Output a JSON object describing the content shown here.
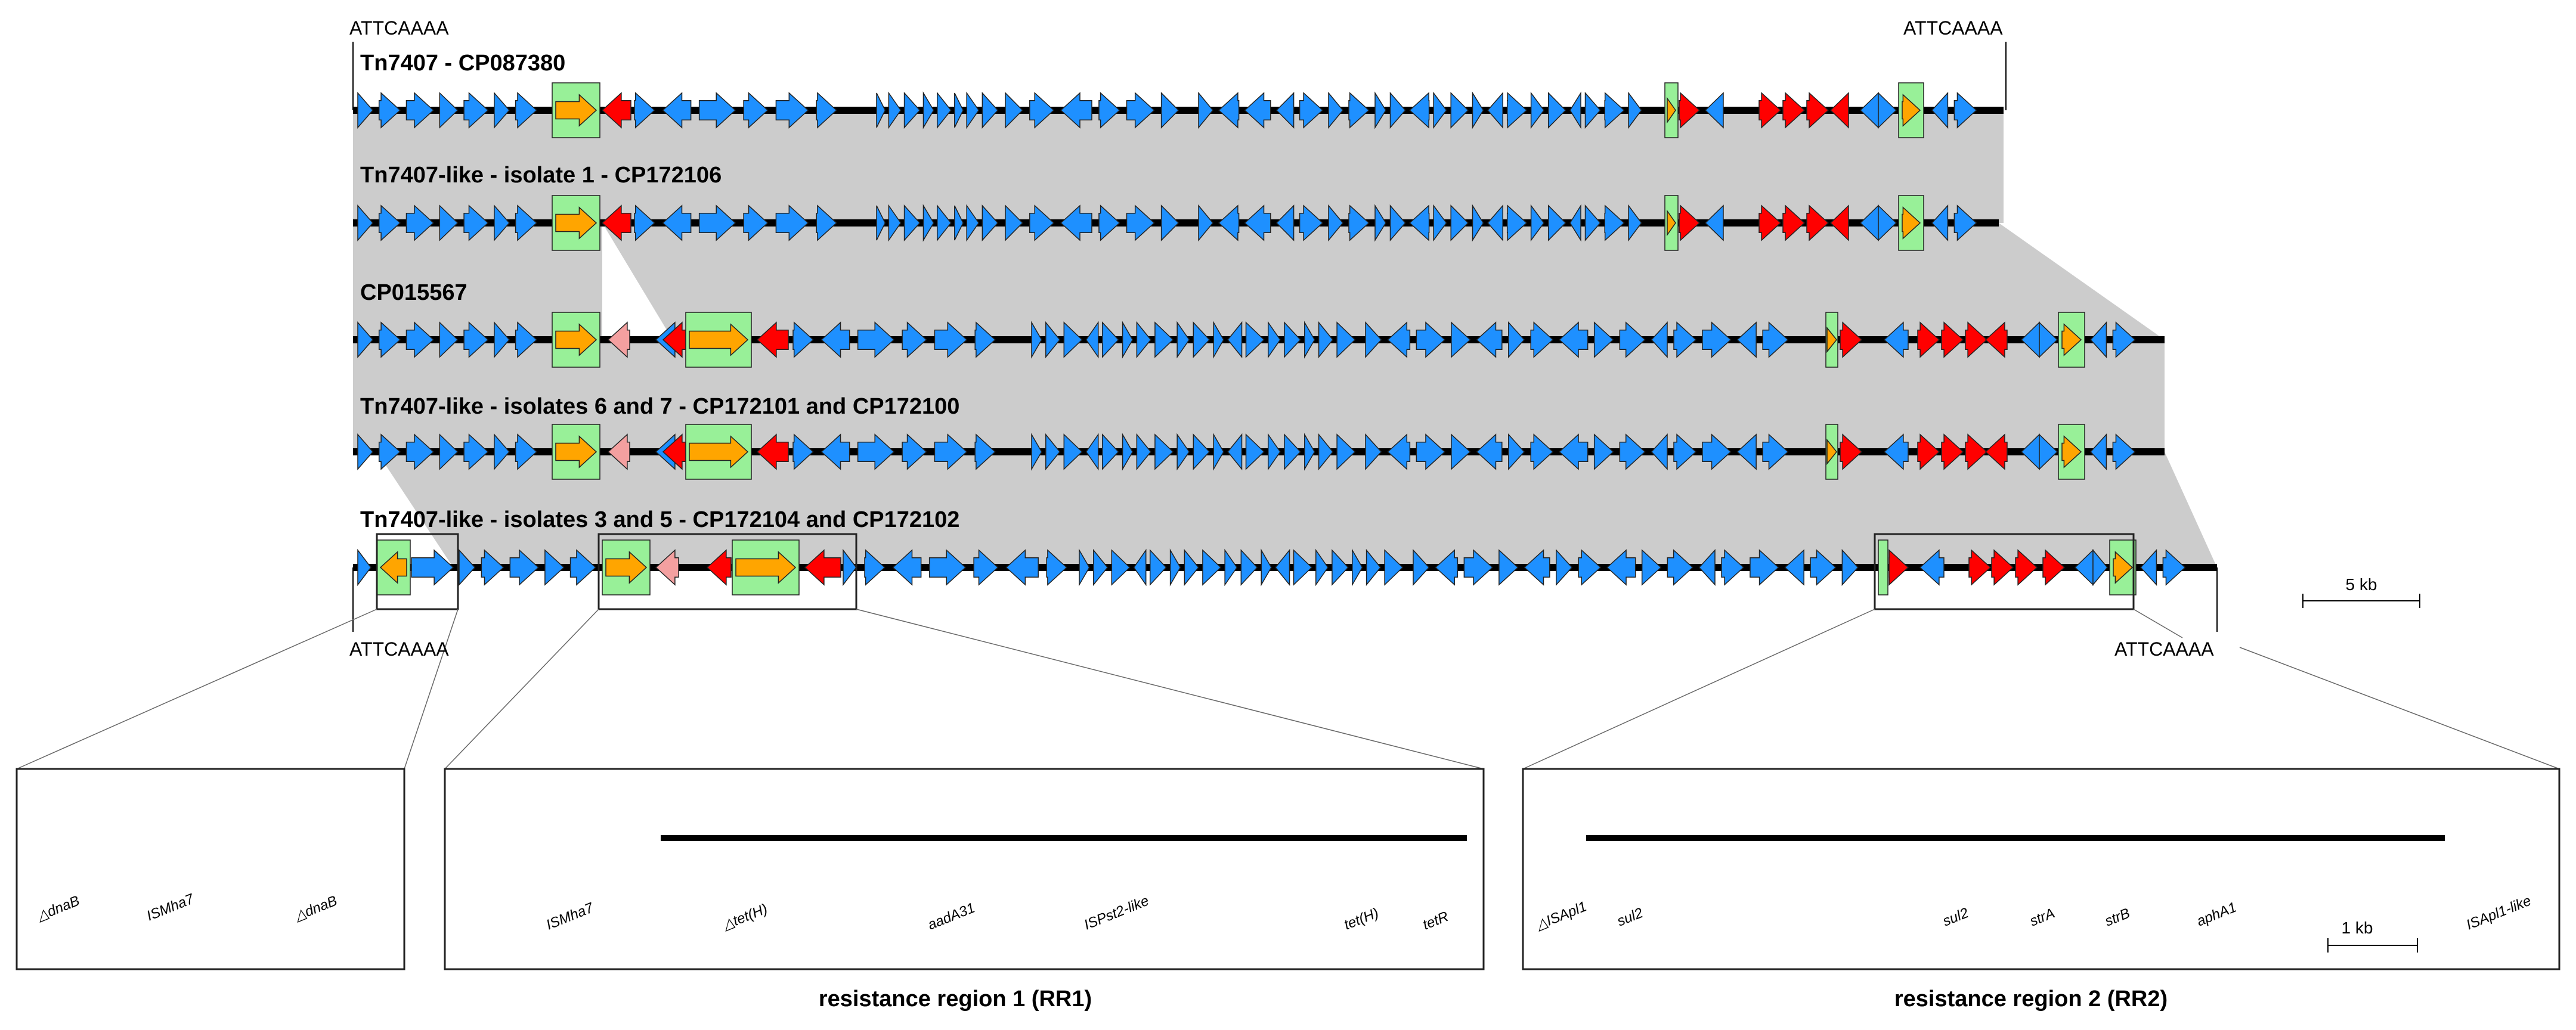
{
  "figure": {
    "tracks": [
      {
        "title": "Tn7407 - CP087380"
      },
      {
        "title": "Tn7407-like - isolate 1 - CP172106"
      },
      {
        "title": "CP015567"
      },
      {
        "title": "Tn7407-like - isolates 6 and 7 - CP172101 and CP172100"
      },
      {
        "title": "Tn7407-like - isolates 3 and 5 - CP172104 and CP172102"
      }
    ],
    "edge_labels": [
      "ATTCAAAA",
      "ATTCAAAA",
      "ATTCAAAA",
      "ATTCAAAA"
    ],
    "scale_main": "5 kb",
    "scale_detail": "1 kb",
    "regions": {
      "rr1": "resistance region 1 (RR1)",
      "rr2": "resistance region 2 (RR2)"
    },
    "detail_genes": {
      "dnaB": [
        "△dnaB",
        "ISMha7",
        "△dnaB"
      ],
      "rr1": [
        "ISMha7",
        "△tet(H)",
        "aadA31",
        "ISPst2-like",
        "tet(H)",
        "tetR"
      ],
      "rr2": [
        "△ISApl1",
        "sul2",
        "sul2",
        "strA",
        "strB",
        "aphA1",
        "ISApl1-like"
      ]
    },
    "colors": {
      "other_gene": "#1e90ff",
      "resistance_gene": "#ff0000",
      "truncated_resistance": "#f4a0a0",
      "transposase": "#ffa500",
      "insertion_sequence": "#98f098",
      "homology": "#cccccc",
      "backbone": "#000000"
    }
  }
}
